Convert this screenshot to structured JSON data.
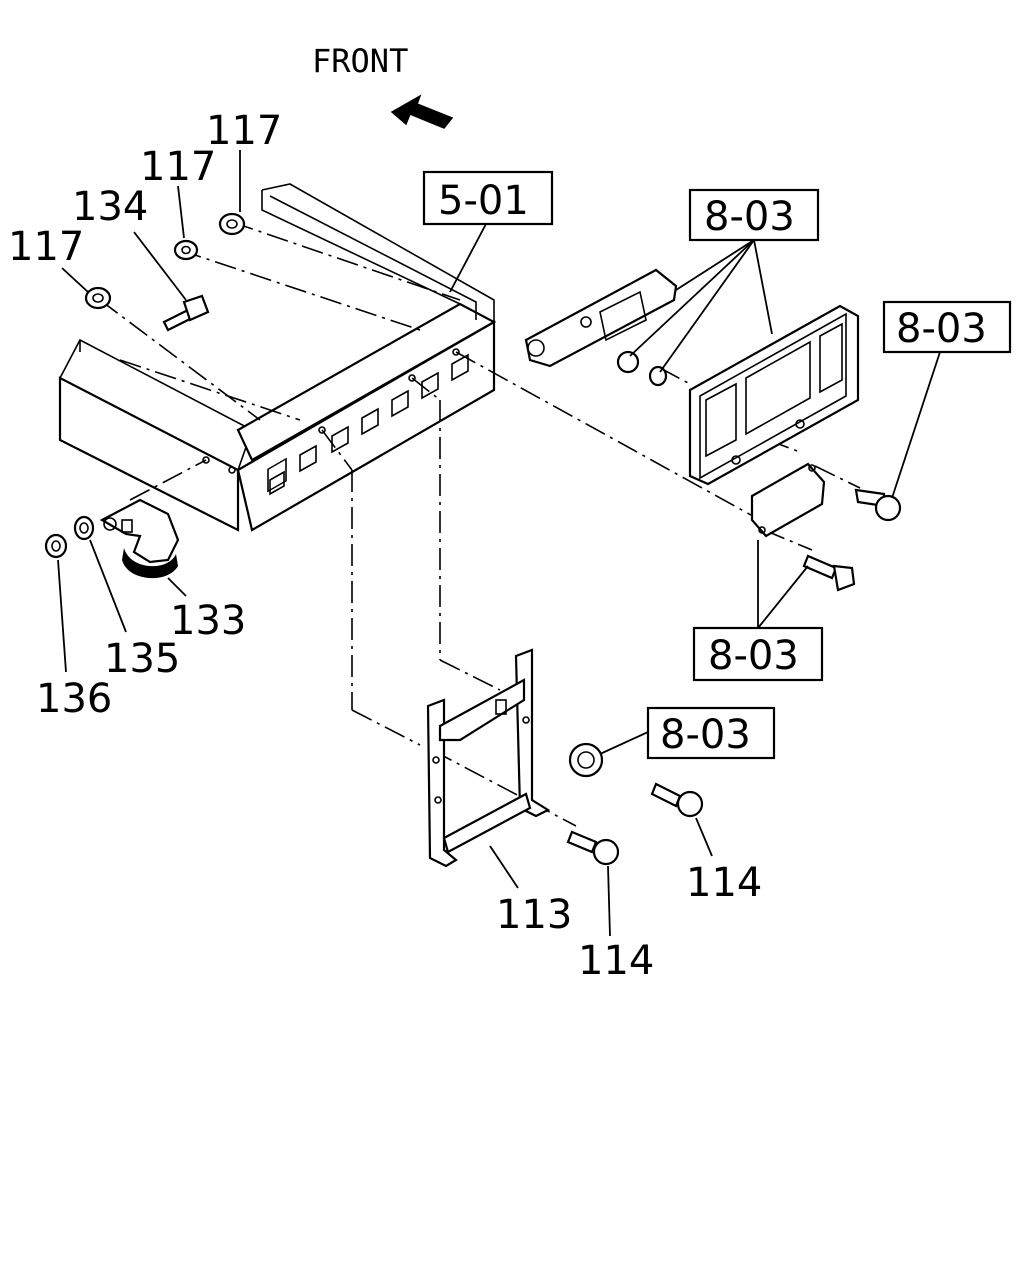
{
  "diagram": {
    "direction_label": "FRONT",
    "direction_icon": "arrow-front-icon",
    "reference_boxes": [
      {
        "id": "ref-5-01",
        "text": "5-01"
      },
      {
        "id": "ref-8-03-a",
        "text": "8-03"
      },
      {
        "id": "ref-8-03-b",
        "text": "8-03"
      },
      {
        "id": "ref-8-03-c",
        "text": "8-03"
      },
      {
        "id": "ref-8-03-d",
        "text": "8-03"
      }
    ],
    "callouts": [
      {
        "id": "c117a",
        "text": "117"
      },
      {
        "id": "c117b",
        "text": "117"
      },
      {
        "id": "c117c",
        "text": "117"
      },
      {
        "id": "c134",
        "text": "134"
      },
      {
        "id": "c133",
        "text": "133"
      },
      {
        "id": "c135",
        "text": "135"
      },
      {
        "id": "c136",
        "text": "136"
      },
      {
        "id": "c113",
        "text": "113"
      },
      {
        "id": "c114a",
        "text": "114"
      },
      {
        "id": "c114b",
        "text": "114"
      }
    ]
  }
}
